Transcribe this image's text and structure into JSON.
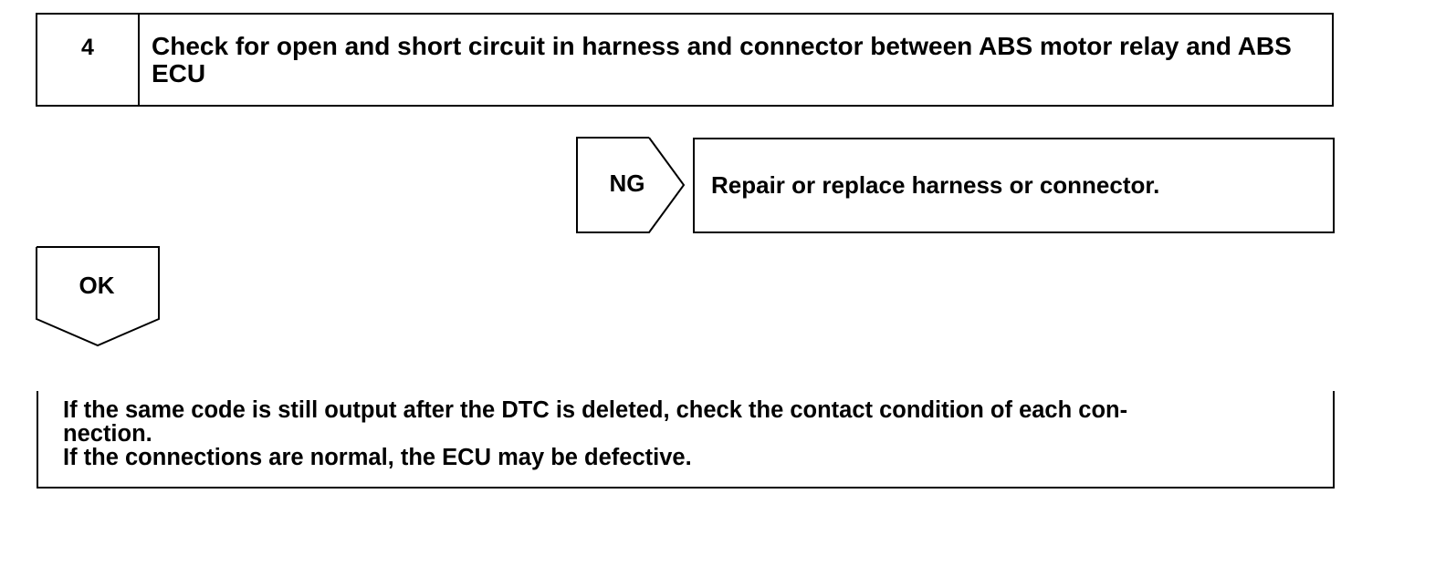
{
  "step": {
    "number": "4",
    "title": "Check for open and short circuit in harness and connector between ABS motor relay and ABS ECU"
  },
  "ng_branch": {
    "label": "NG",
    "action": "Repair or replace harness or connector."
  },
  "ok_branch": {
    "label": "OK"
  },
  "note": {
    "line1": "If the same code is still output after the DTC is deleted, check the contact condition of each con-",
    "line2": "nection.",
    "line3": "If the connections are normal, the ECU may be defective."
  }
}
